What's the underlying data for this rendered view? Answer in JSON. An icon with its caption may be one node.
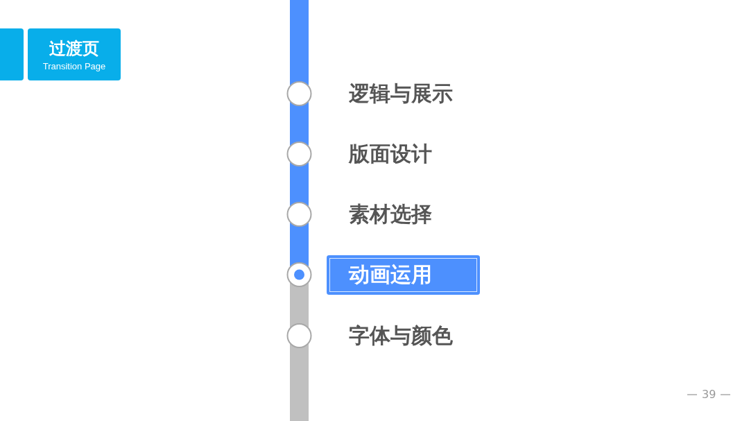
{
  "diagram": {
    "nodes": [
      {
        "text": [],
        "shape": "box"
      },
      {
        "text": [
          "过渡页",
          "Transition Page"
        ]
      },
      {
        "text": [
          "逻辑与展示"
        ]
      },
      {
        "text": [
          "版面设计"
        ]
      },
      {
        "text": [
          "素材选择"
        ]
      },
      {
        "text": [
          "动画运用"
        ]
      },
      {
        "text": [
          "字体与颜色"
        ]
      }
    ],
    "labels": [
      "39"
    ]
  }
}
